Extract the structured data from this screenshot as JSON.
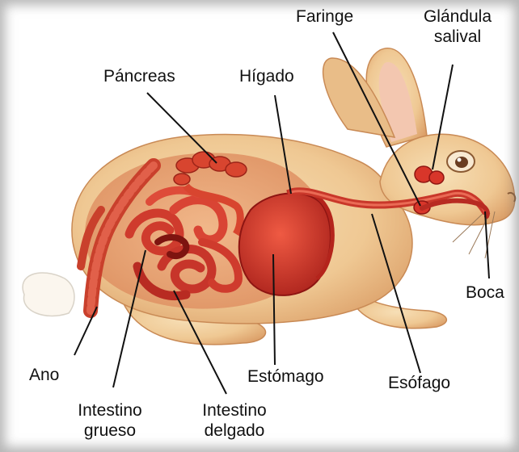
{
  "diagram": {
    "labels": {
      "faringe": "Faringe",
      "glandula_salival": [
        "Glándula",
        "salival"
      ],
      "pancreas": "Páncreas",
      "higado": "Hígado",
      "boca": "Boca",
      "ano": "Ano",
      "estomago": "Estómago",
      "esofago": "Esófago",
      "intestino_grueso": [
        "Intestino",
        "grueso"
      ],
      "intestino_delgado": [
        "Intestino",
        "delgado"
      ]
    },
    "colors": {
      "fur": "#f1cf9c",
      "fur_shadow": "#e2ad78",
      "organ": "#d8362a",
      "organ_dark": "#8e1512",
      "leader_line": "#111111"
    }
  }
}
